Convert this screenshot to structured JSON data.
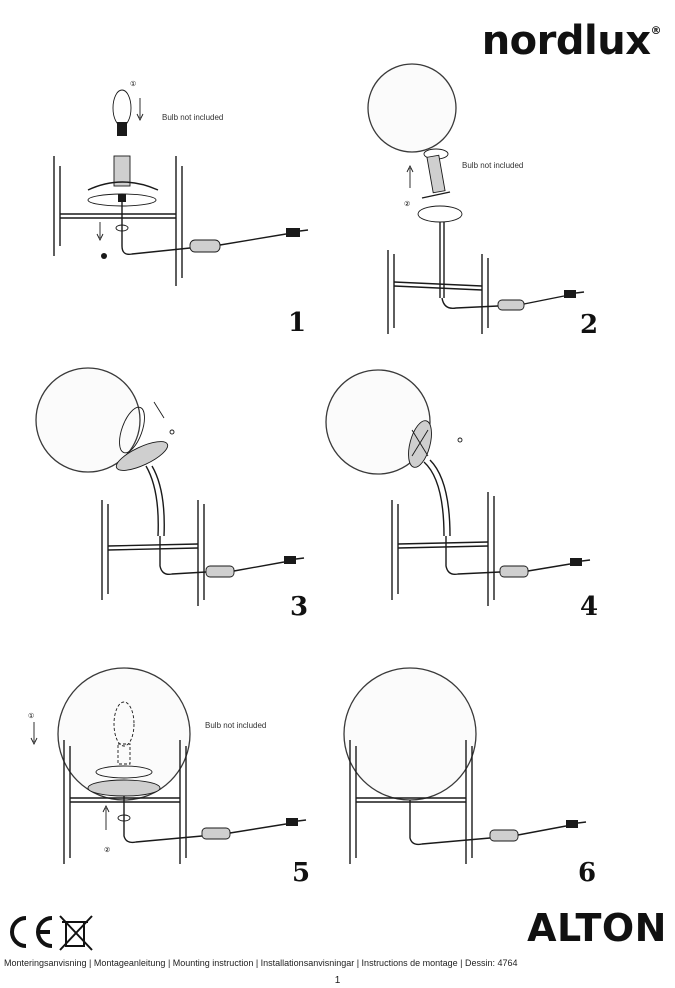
{
  "brand": {
    "name": "nordlux",
    "registered": "®"
  },
  "notes": {
    "bulb": "Bulb not included"
  },
  "steps": [
    {
      "number": "1"
    },
    {
      "number": "2"
    },
    {
      "number": "3"
    },
    {
      "number": "4"
    },
    {
      "number": "5"
    },
    {
      "number": "6"
    }
  ],
  "step_markers": {
    "one": "1",
    "two": "2"
  },
  "certifications": [
    {
      "name": "ce-mark",
      "label": "CE"
    },
    {
      "name": "weee-icon",
      "label": ""
    }
  ],
  "product": {
    "name": "ALTON"
  },
  "footer": {
    "text": "Monteringsanvisning | Montageanleitung | Mounting instruction | Installationsanvisningar | Instructions de montage | Dessin: 4764"
  },
  "page": {
    "number": "1"
  }
}
